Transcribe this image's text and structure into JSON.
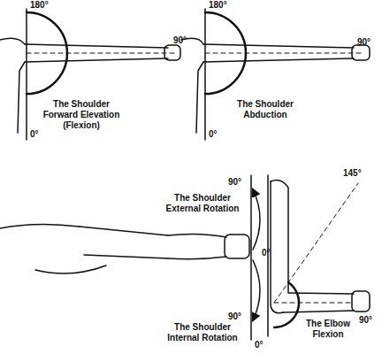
{
  "diagram": {
    "labels": [
      "180°",
      "90°",
      "The Shoulder Forward Elevation (Flexion)",
      "0°",
      "180°",
      "90°",
      "The Shoulder Abduction",
      "0°",
      "90°",
      "The Shoulder External Rotation",
      "0°",
      "90°",
      "The Shoulder Internal Rotation",
      "145°",
      "90°",
      "The Elbow Flexion",
      "0°"
    ]
  }
}
